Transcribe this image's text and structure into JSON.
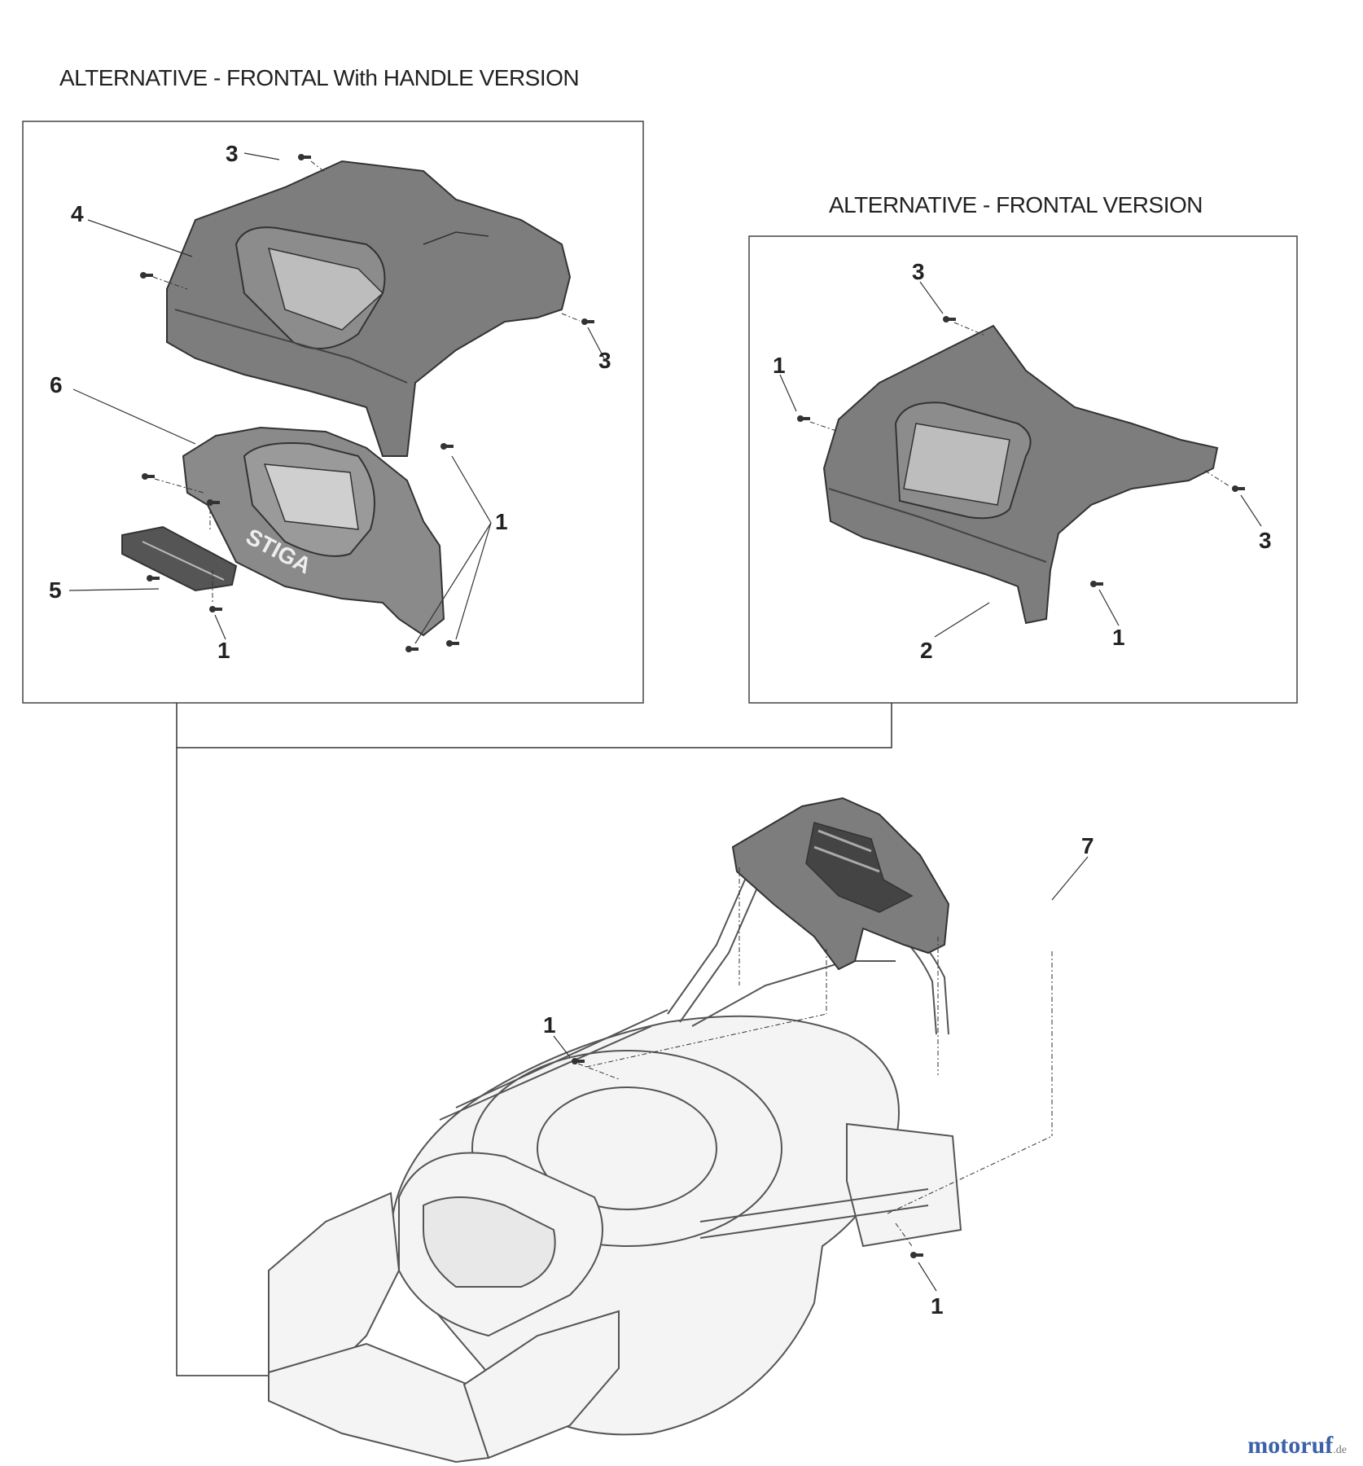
{
  "panel_left": {
    "title": "ALTERNATIVE - FRONTAL With HANDLE VERSION"
  },
  "panel_right": {
    "title": "ALTERNATIVE - FRONTAL VERSION"
  },
  "callouts": {
    "left_3_top": "3",
    "left_4": "4",
    "left_3_right": "3",
    "left_6": "6",
    "left_1_right": "1",
    "left_5": "5",
    "left_1_bottom": "1",
    "right_3_top": "3",
    "right_1_left": "1",
    "right_3_right": "3",
    "right_1_bottom": "1",
    "right_2": "2",
    "main_7": "7",
    "main_1_left": "1",
    "main_1_right": "1"
  },
  "part_markings": {
    "cover_logo": "STIGA"
  },
  "watermark": {
    "name": "motoruf",
    "tld": ".de"
  },
  "colors": {
    "line": "#333333",
    "cover_fill": "#7d7d7d",
    "cover_dark": "#555555",
    "light_part": "#f4f4f4"
  }
}
